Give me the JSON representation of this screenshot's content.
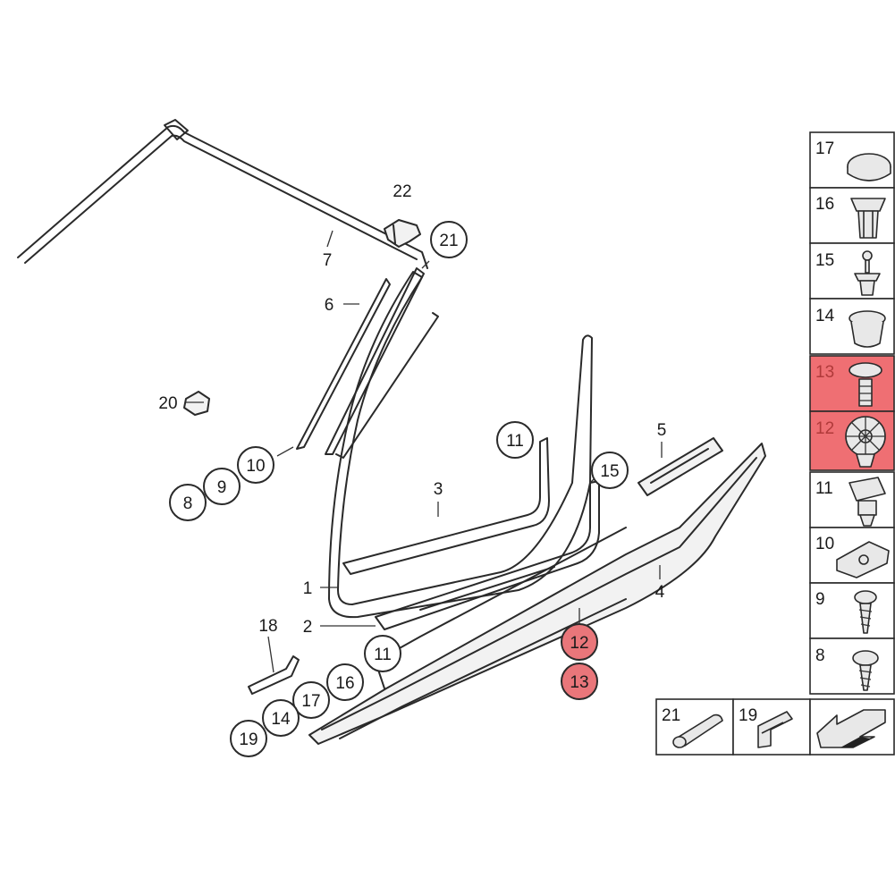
{
  "diagram": {
    "callouts": [
      {
        "id": "c22",
        "label": "22"
      },
      {
        "id": "c21",
        "label": "21"
      },
      {
        "id": "c7",
        "label": "7"
      },
      {
        "id": "c6",
        "label": "6"
      },
      {
        "id": "c20",
        "label": "20"
      },
      {
        "id": "c11a",
        "label": "11"
      },
      {
        "id": "c10",
        "label": "10"
      },
      {
        "id": "c9",
        "label": "9"
      },
      {
        "id": "c8",
        "label": "8"
      },
      {
        "id": "c3",
        "label": "3"
      },
      {
        "id": "c5",
        "label": "5"
      },
      {
        "id": "c15",
        "label": "15"
      },
      {
        "id": "c1",
        "label": "1"
      },
      {
        "id": "c2",
        "label": "2"
      },
      {
        "id": "c4",
        "label": "4"
      },
      {
        "id": "c18",
        "label": "18"
      },
      {
        "id": "c11b",
        "label": "11"
      },
      {
        "id": "c12",
        "label": "12"
      },
      {
        "id": "c13",
        "label": "13"
      },
      {
        "id": "c16",
        "label": "16"
      },
      {
        "id": "c17",
        "label": "17"
      },
      {
        "id": "c14",
        "label": "14"
      },
      {
        "id": "c19",
        "label": "19"
      }
    ],
    "legend": [
      {
        "label": "17",
        "icon": "cap-icon",
        "highlighted": false
      },
      {
        "label": "16",
        "icon": "expanding-rivet-icon",
        "highlighted": false
      },
      {
        "label": "15",
        "icon": "push-pin-icon",
        "highlighted": false
      },
      {
        "label": "14",
        "icon": "grommet-icon",
        "highlighted": false
      },
      {
        "label": "13",
        "icon": "screw-rivet-icon",
        "highlighted": true
      },
      {
        "label": "12",
        "icon": "expanding-nut-icon",
        "highlighted": true
      },
      {
        "label": "11",
        "icon": "clip-nut-icon",
        "highlighted": false
      },
      {
        "label": "10",
        "icon": "spring-clip-icon",
        "highlighted": false
      },
      {
        "label": "9",
        "icon": "tapping-screw-icon",
        "highlighted": false
      },
      {
        "label": "8",
        "icon": "flange-screw-icon",
        "highlighted": false
      }
    ],
    "bottom_legend": [
      {
        "label": "21",
        "icon": "foam-plug-icon"
      },
      {
        "label": "19",
        "icon": "edge-clip-icon"
      }
    ],
    "colors": {
      "highlight_fill": "#ef6f73",
      "highlight_text": "#b03a3a",
      "line": "#2a2a2a"
    }
  }
}
